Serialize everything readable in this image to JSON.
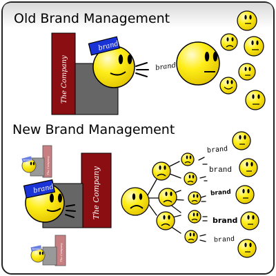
{
  "old_section": {
    "heading": "Old Brand Management",
    "building_label": "The Company",
    "hat_label": "brand",
    "speech_word": "brand"
  },
  "new_section": {
    "heading": "New Brand Management",
    "building_label": "The Company",
    "hat_label": "brand",
    "mini_building_label": "The Company",
    "mini_hat_label": "brand",
    "spread_words": [
      "brand",
      "brand",
      "brand",
      "brand",
      "brand"
    ]
  },
  "colors": {
    "building": "#8b0f12",
    "box": "#636363",
    "hat": "#1a33d6",
    "face": "#ffee1a",
    "face_shadow": "#e6c800",
    "panel_top": "#dddddd"
  }
}
